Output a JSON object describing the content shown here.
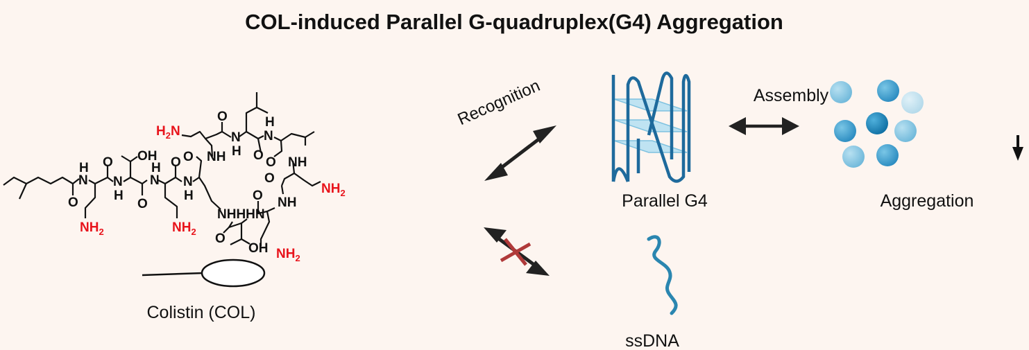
{
  "title": "COL-induced Parallel G-quadruplex(G4) Aggregation",
  "molecule": {
    "name_label": "Colistin (COL)",
    "atoms": {
      "nh2": "NH2",
      "h2n": "H2N",
      "oh": "OH",
      "nh": "NH",
      "n": "N",
      "h": "H",
      "o": "O",
      "nhhhn": "NHHHN"
    }
  },
  "labels": {
    "recognition": "Recognition",
    "parallel_g4": "Parallel G4",
    "assembly": "Assembly",
    "aggregation": "Aggregation",
    "ssdna": "ssDNA"
  },
  "colors": {
    "background": "#fdf5f0",
    "amine": "#e8141c",
    "g4_strand": "#1e6a9c",
    "g4_plate": "#bfe3f2",
    "cross": "#b03a3a"
  }
}
